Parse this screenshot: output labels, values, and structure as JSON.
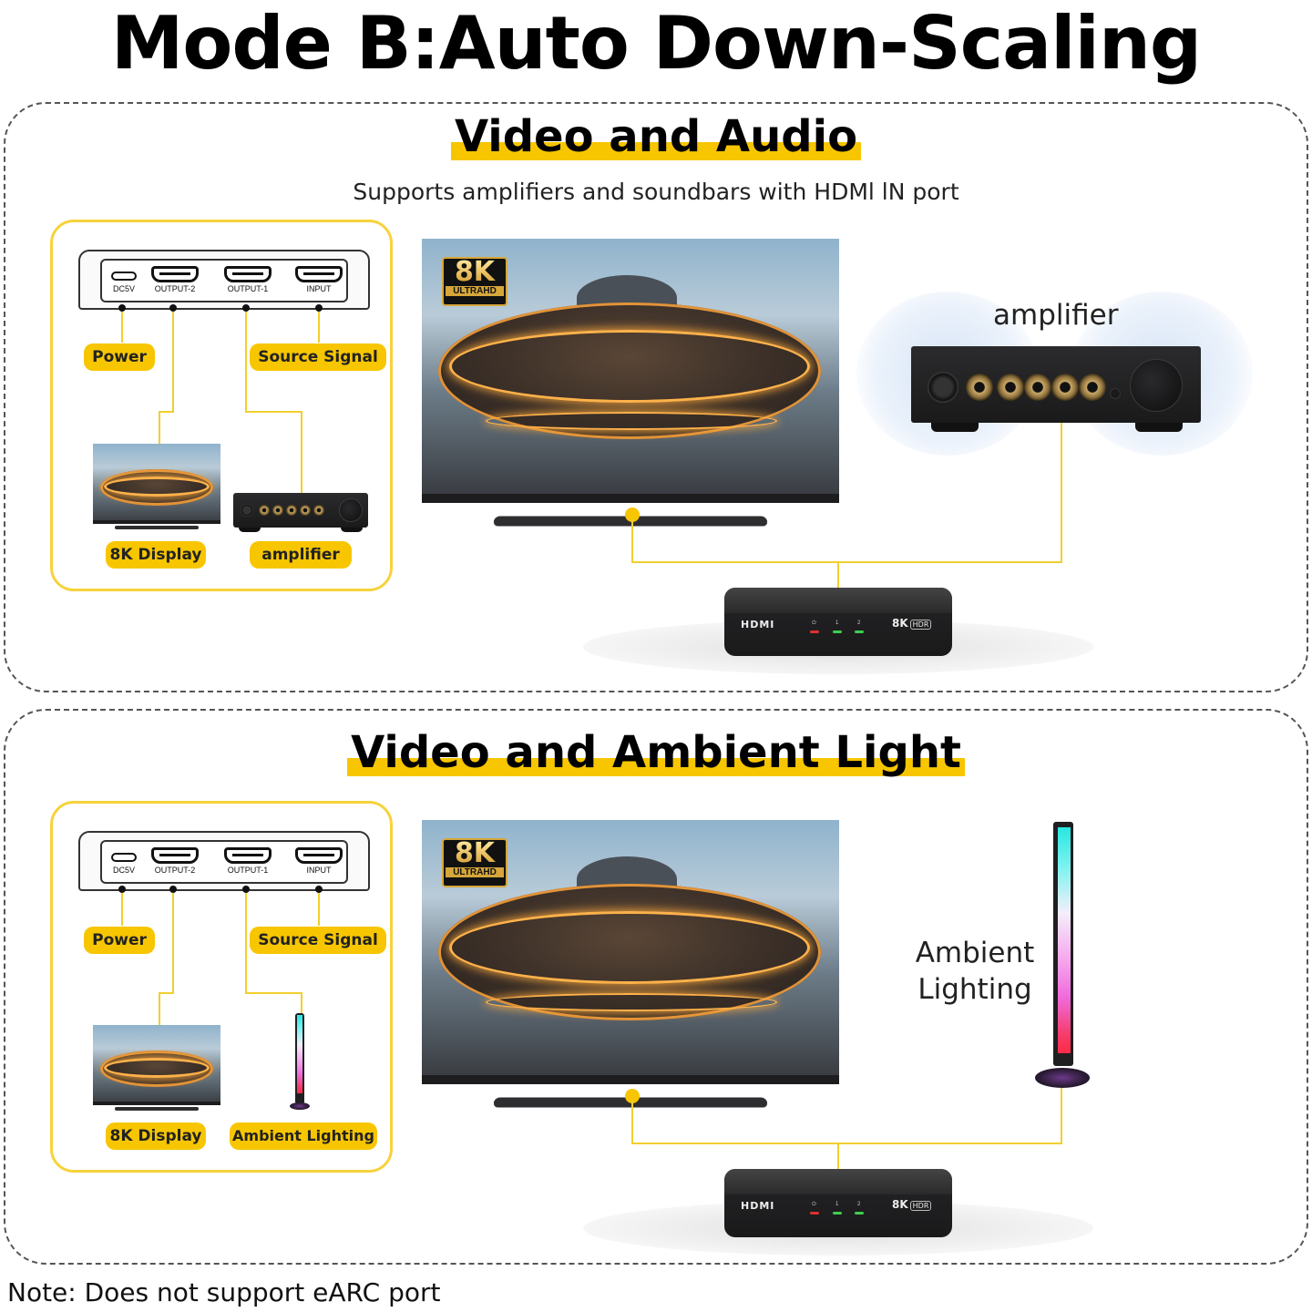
{
  "header": {
    "title": "Mode B:Auto Down-Scaling"
  },
  "sections": [
    {
      "title": "Video and Audio",
      "subtitle": "Supports amplifiers and soundbars with HDMl lN port",
      "diagram": {
        "ports": [
          "DC5V",
          "OUTPUT-2",
          "OUTPUT-1",
          "INPUT"
        ],
        "labels": {
          "power": "Power",
          "source": "Source Signal",
          "display": "8K Display",
          "device": "amplifier"
        }
      },
      "tv_badge": {
        "big": "8K",
        "small": "ULTRAHD"
      },
      "device_label": "amplifier",
      "switch": {
        "brand": "HDMI",
        "spec": "8K",
        "hdr": "HDR",
        "leds": [
          "⏻",
          "1",
          "2"
        ]
      }
    },
    {
      "title": "Video and Ambient Light",
      "diagram": {
        "ports": [
          "DC5V",
          "OUTPUT-2",
          "OUTPUT-1",
          "INPUT"
        ],
        "labels": {
          "power": "Power",
          "source": "Source Signal",
          "display": "8K Display",
          "device": "Ambient Lighting"
        }
      },
      "tv_badge": {
        "big": "8K",
        "small": "ULTRAHD"
      },
      "device_label_line1": "Ambient",
      "device_label_line2": "Lighting",
      "switch": {
        "brand": "HDMI",
        "spec": "8K",
        "hdr": "HDR",
        "leds": [
          "⏻",
          "1",
          "2"
        ]
      }
    }
  ],
  "footer": {
    "note": "Note: Does not support eARC port"
  },
  "colors": {
    "accent_yellow": "#f7c600",
    "connector_line": "#f2cf2e",
    "border_dashed": "#555555",
    "led_power": "#e03030",
    "led_active": "#3ccf4e"
  }
}
